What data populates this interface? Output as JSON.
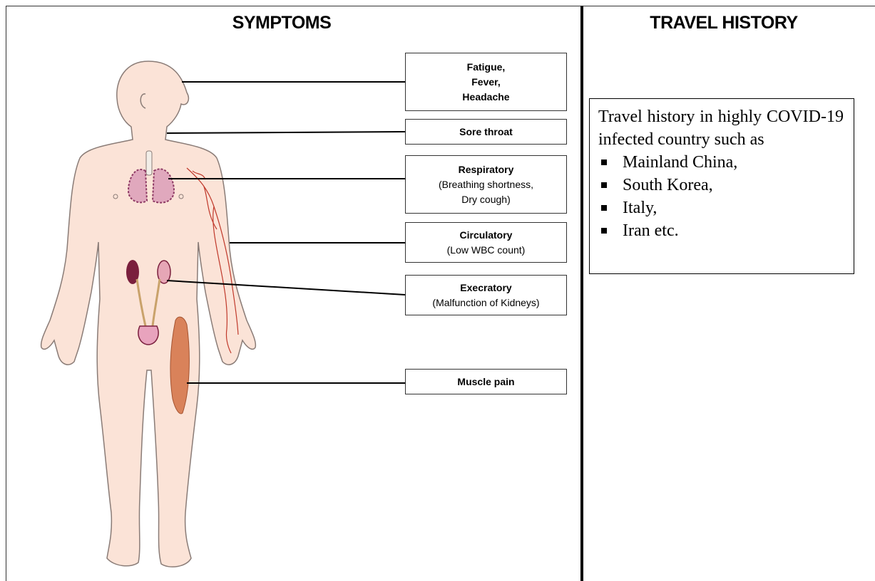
{
  "symptoms": {
    "title": "SYMPTOMS",
    "labels": [
      {
        "title": "Fatigue,",
        "detail1": "Fever,",
        "detail2": "Headache"
      },
      {
        "title": "Sore throat"
      },
      {
        "title": "Respiratory",
        "detail1": "(Breathing  shortness,",
        "detail2": "Dry cough)"
      },
      {
        "title": "Circulatory",
        "detail1": "(Low WBC count)"
      },
      {
        "title": "Execratory",
        "detail1": "(Malfunction of Kidneys)"
      },
      {
        "title": "Muscle pain"
      }
    ]
  },
  "travel": {
    "title": "TRAVEL HISTORY",
    "intro": "Travel history in highly COVID-19 infected country such as",
    "countries": [
      "Mainland China,",
      "South Korea,",
      "Italy,",
      "Iran etc."
    ]
  },
  "colors": {
    "skin": "#fbe3d7",
    "skin_outline": "#8a7c77",
    "lungs": "#e0a8bd",
    "kidney_dark": "#7a1f3d",
    "muscle": "#d9825a",
    "vessel": "#c0392b"
  }
}
